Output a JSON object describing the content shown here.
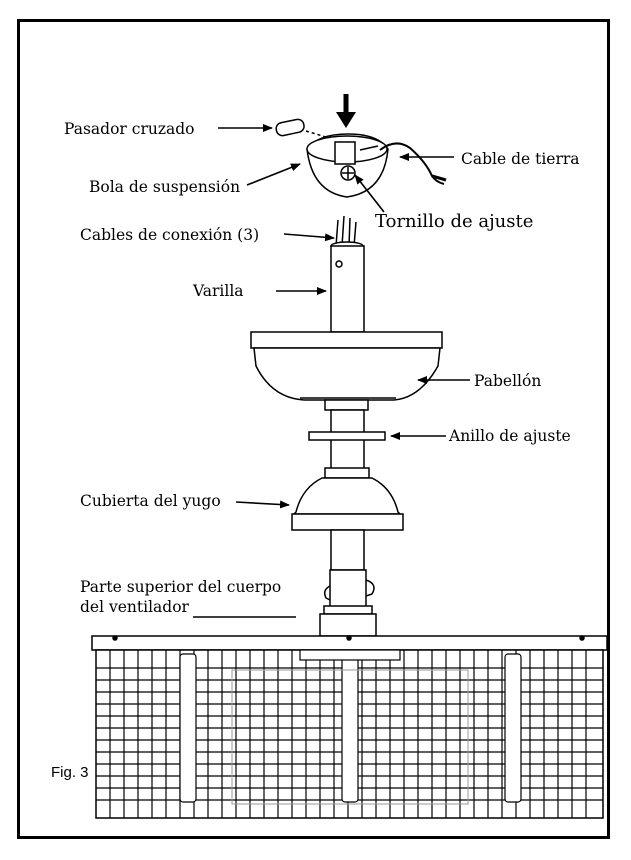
{
  "labels": {
    "cross_pin": "Pasador cruzado",
    "hanger_ball": "Bola de suspensión",
    "ground_wire": "Cable de tierra",
    "set_screw": "Tornillo de ajuste",
    "lead_wires": "Cables de conexión (3)",
    "downrod": "Varilla",
    "canopy": "Pabellón",
    "canopy_ring": "Anillo de ajuste",
    "yoke_cover": "Cubierta del yugo",
    "fan_top_line1": "Parte superior del cuerpo",
    "fan_top_line2": "del ventilador"
  },
  "figure_caption": "Fig. 3"
}
